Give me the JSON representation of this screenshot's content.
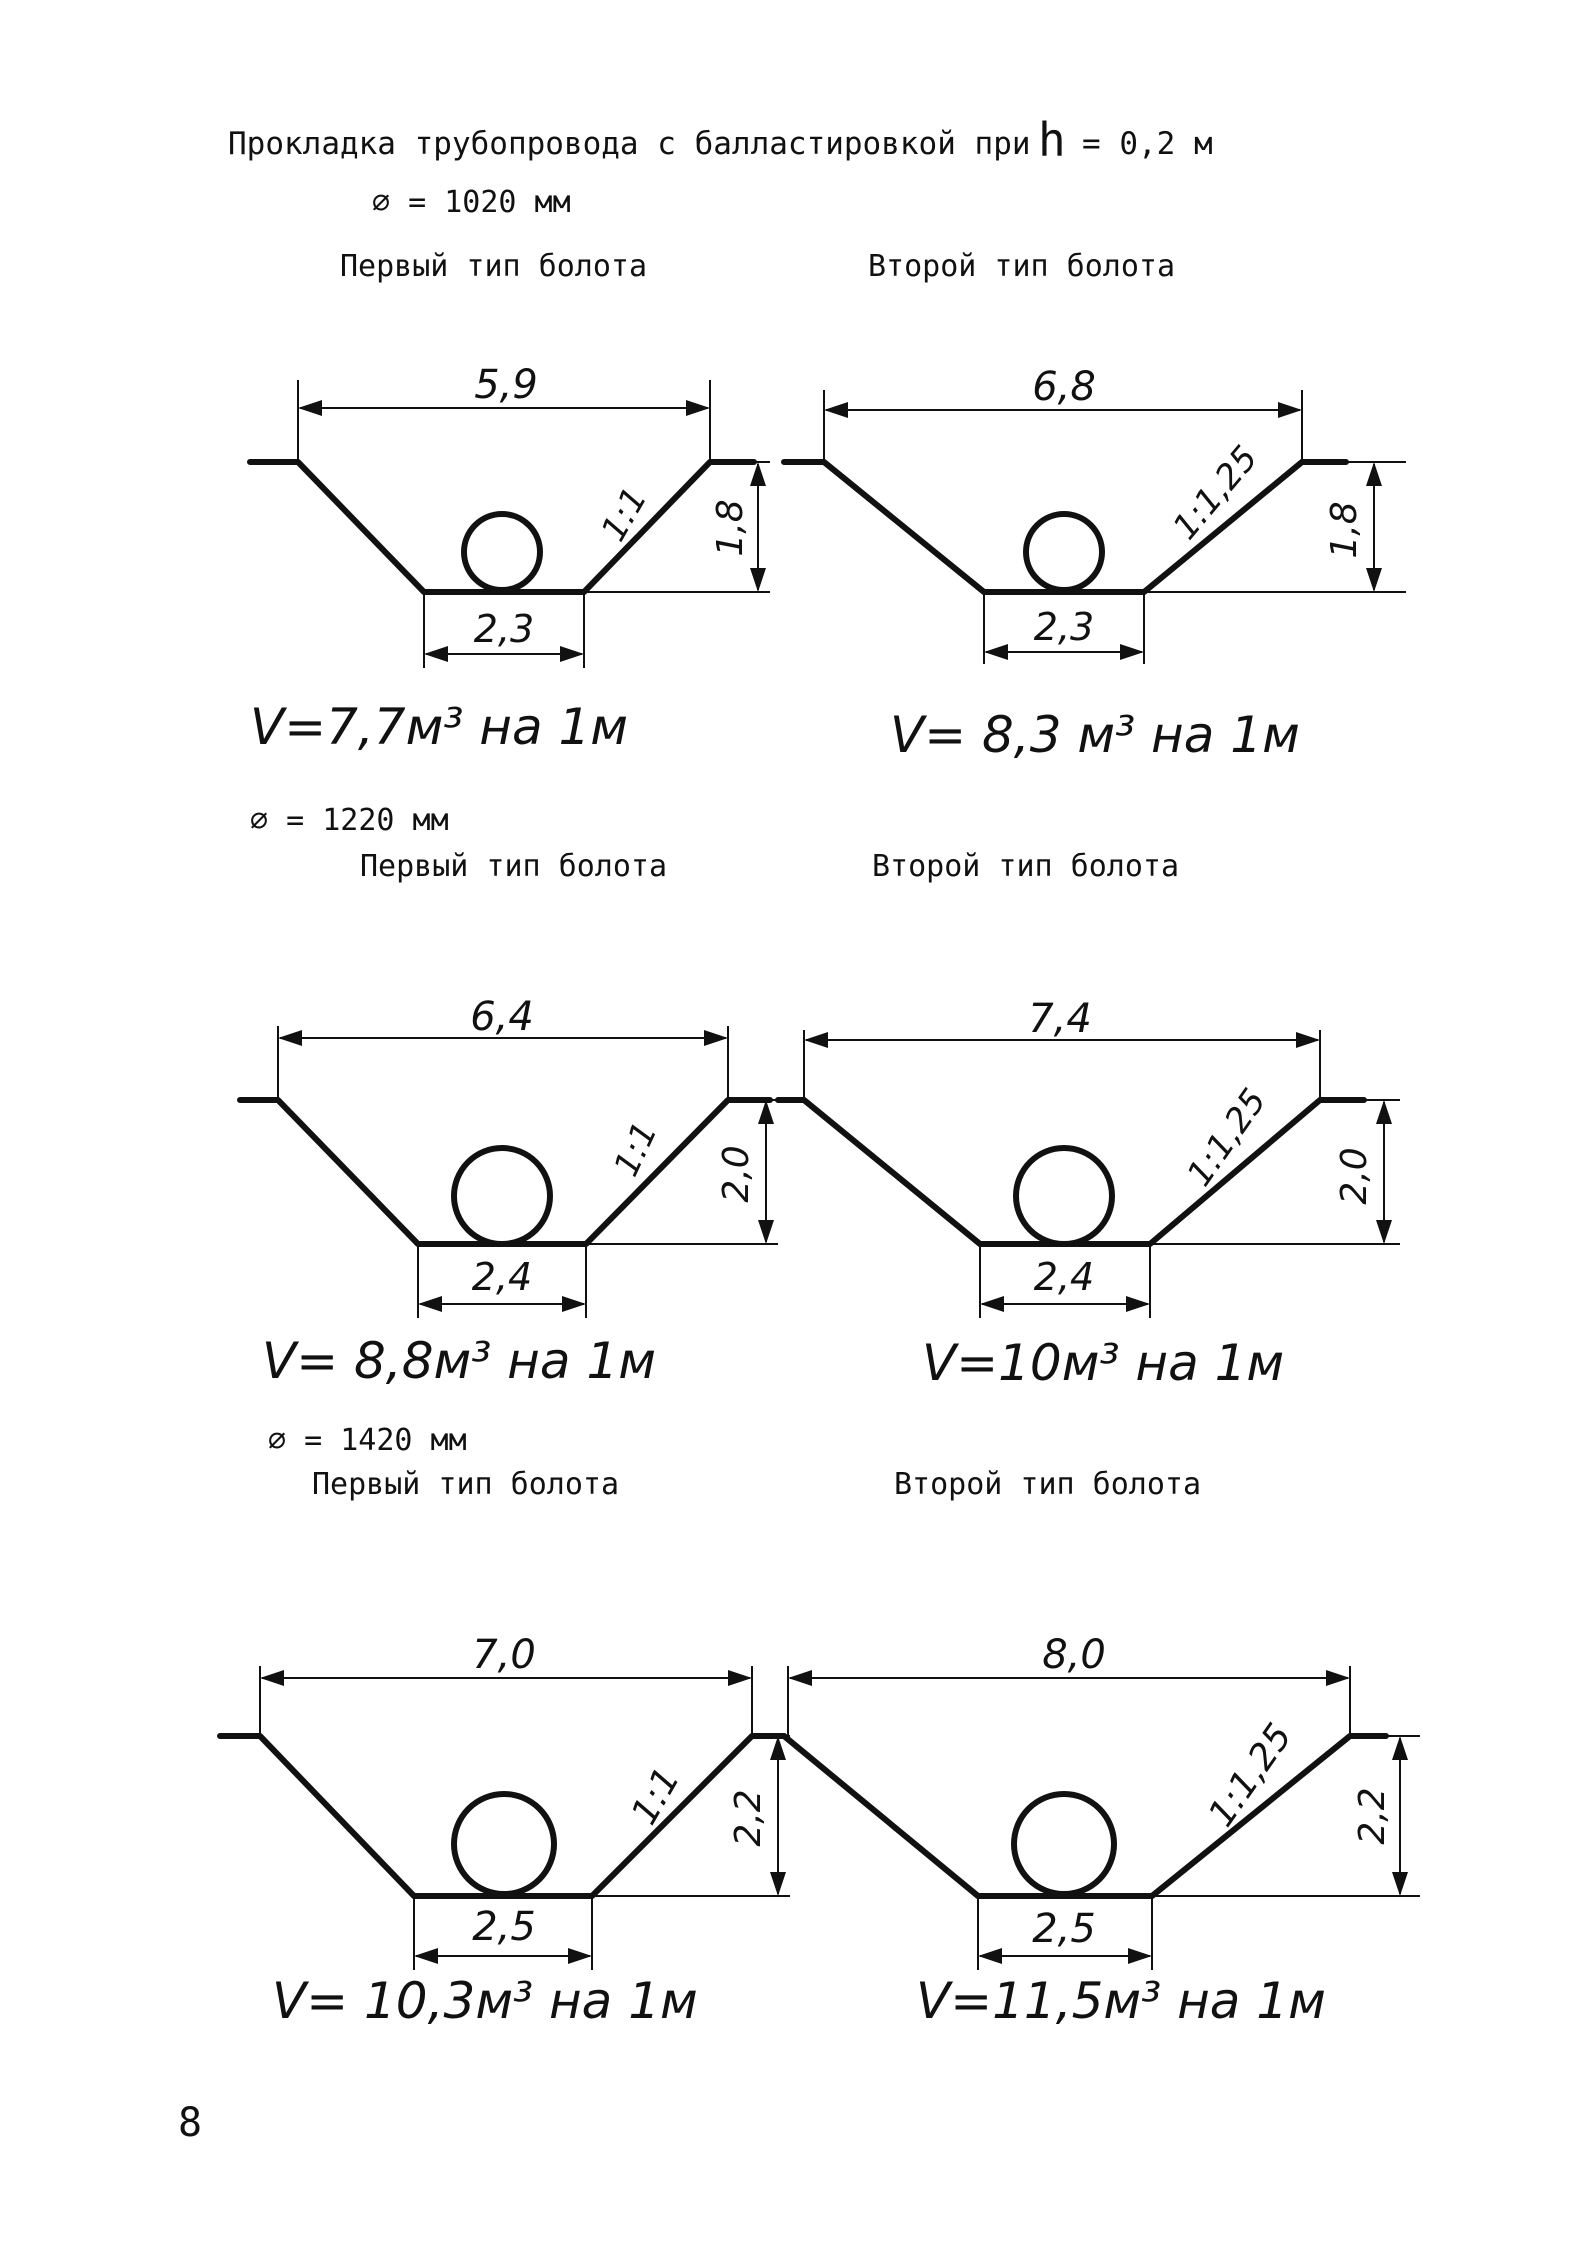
{
  "header": {
    "title_prefix": "Прокладка трубопровода с балластировкой при",
    "title_h_symbol": "h",
    "title_h_value": "= 0,2 м"
  },
  "sections": [
    {
      "diameter_label": "∅ = 1020 мм",
      "panels": [
        {
          "bog_type": "Первый тип болота",
          "top_width": "5,9",
          "slope": "1:1",
          "depth": "1,8",
          "bottom_width": "2,3",
          "volume": "V=7,7м³ на 1м"
        },
        {
          "bog_type": "Второй тип болота",
          "top_width": "6,8",
          "slope": "1:1,25",
          "depth": "1,8",
          "bottom_width": "2,3",
          "volume": "V= 8,3 м³ на 1м"
        }
      ]
    },
    {
      "diameter_label": "∅ = 1220 мм",
      "panels": [
        {
          "bog_type": "Первый тип болота",
          "top_width": "6,4",
          "slope": "1:1",
          "depth": "2,0",
          "bottom_width": "2,4",
          "volume": "V= 8,8м³ на 1м"
        },
        {
          "bog_type": "Второй тип болота",
          "top_width": "7,4",
          "slope": "1:1,25",
          "depth": "2,0",
          "bottom_width": "2,4",
          "volume": "V=10м³ на 1м"
        }
      ]
    },
    {
      "diameter_label": "∅ = 1420 мм",
      "panels": [
        {
          "bog_type": "Первый тип болота",
          "top_width": "7,0",
          "slope": "1:1",
          "depth": "2,2",
          "bottom_width": "2,5",
          "volume": "V= 10,3м³ на 1м"
        },
        {
          "bog_type": "Второй тип болота",
          "top_width": "8,0",
          "slope": "1:1,25",
          "depth": "2,2",
          "bottom_width": "2,5",
          "volume": "V=11,5м³ на 1м"
        }
      ]
    }
  ],
  "page_number": "8"
}
